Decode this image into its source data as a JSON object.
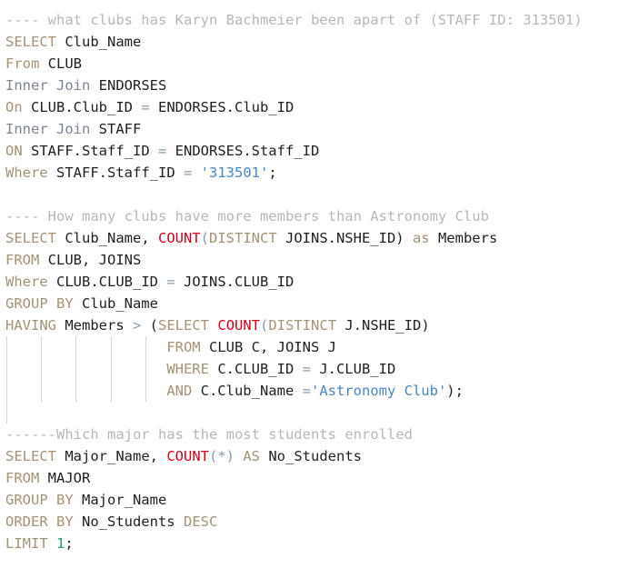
{
  "colors": {
    "keyword": "#a39378",
    "join_keyword": "#7c8593",
    "function": "#d0021b",
    "string": "#4a86c4",
    "number": "#2a9d63",
    "comment": "#b8b8b8",
    "operator": "#8a9bab",
    "identifier": "#1f1f1f",
    "indent_guide": "#d6d6d6",
    "background": "#ffffff"
  },
  "lines": [
    {
      "tokens": [
        {
          "t": "cm",
          "v": "---- what clubs has Karyn Bachmeier been apart of (STAFF ID: 313501)"
        }
      ]
    },
    {
      "tokens": [
        {
          "t": "kw",
          "v": "SELECT"
        },
        {
          "t": "tx",
          "v": " Club_Name"
        }
      ]
    },
    {
      "tokens": [
        {
          "t": "kw",
          "v": "From"
        },
        {
          "t": "tx",
          "v": " CLUB"
        }
      ]
    },
    {
      "tokens": [
        {
          "t": "jn",
          "v": "Inner Join"
        },
        {
          "t": "tx",
          "v": " ENDORSES"
        }
      ]
    },
    {
      "tokens": [
        {
          "t": "kw",
          "v": "On"
        },
        {
          "t": "tx",
          "v": " CLUB.Club_ID "
        },
        {
          "t": "op",
          "v": "="
        },
        {
          "t": "tx",
          "v": " ENDORSES.Club_ID"
        }
      ]
    },
    {
      "tokens": [
        {
          "t": "jn",
          "v": "Inner Join"
        },
        {
          "t": "tx",
          "v": " STAFF"
        }
      ]
    },
    {
      "tokens": [
        {
          "t": "kw",
          "v": "ON"
        },
        {
          "t": "tx",
          "v": " STAFF.Staff_ID "
        },
        {
          "t": "op",
          "v": "="
        },
        {
          "t": "tx",
          "v": " ENDORSES.Staff_ID"
        }
      ]
    },
    {
      "tokens": [
        {
          "t": "kw",
          "v": "Where"
        },
        {
          "t": "tx",
          "v": " STAFF.Staff_ID "
        },
        {
          "t": "op",
          "v": "="
        },
        {
          "t": "tx",
          "v": " "
        },
        {
          "t": "str",
          "v": "'313501'"
        },
        {
          "t": "tx",
          "v": ";"
        }
      ]
    },
    {
      "tokens": []
    },
    {
      "tokens": [
        {
          "t": "cm",
          "v": "---- How many clubs have more members than Astronomy Club"
        }
      ]
    },
    {
      "tokens": [
        {
          "t": "kw",
          "v": "SELECT"
        },
        {
          "t": "tx",
          "v": " Club_Name, "
        },
        {
          "t": "fn",
          "v": "COUNT"
        },
        {
          "t": "op",
          "v": "("
        },
        {
          "t": "kw",
          "v": "DISTINCT"
        },
        {
          "t": "tx",
          "v": " JOINS.NSHE_ID) "
        },
        {
          "t": "kw",
          "v": "as"
        },
        {
          "t": "tx",
          "v": " Members"
        }
      ]
    },
    {
      "tokens": [
        {
          "t": "kw",
          "v": "FROM"
        },
        {
          "t": "tx",
          "v": " CLUB, JOINS"
        }
      ]
    },
    {
      "tokens": [
        {
          "t": "kw",
          "v": "Where"
        },
        {
          "t": "tx",
          "v": " CLUB.CLUB_ID "
        },
        {
          "t": "op",
          "v": "="
        },
        {
          "t": "tx",
          "v": " JOINS.CLUB_ID"
        }
      ]
    },
    {
      "tokens": [
        {
          "t": "kw",
          "v": "GROUP BY"
        },
        {
          "t": "tx",
          "v": " Club_Name"
        }
      ]
    },
    {
      "tokens": [
        {
          "t": "kw",
          "v": "HAVING"
        },
        {
          "t": "tx",
          "v": " Members "
        },
        {
          "t": "op",
          "v": ">"
        },
        {
          "t": "tx",
          "v": " ("
        },
        {
          "t": "kw",
          "v": "SELECT"
        },
        {
          "t": "tx",
          "v": " "
        },
        {
          "t": "fn",
          "v": "COUNT"
        },
        {
          "t": "op",
          "v": "("
        },
        {
          "t": "kw",
          "v": "DISTINCT"
        },
        {
          "t": "tx",
          "v": " J.NSHE_ID)"
        }
      ]
    },
    {
      "guides": 5,
      "tokens": [
        {
          "t": "tx",
          "v": "                   "
        },
        {
          "t": "kw",
          "v": "FROM"
        },
        {
          "t": "tx",
          "v": " CLUB C, JOINS J"
        }
      ]
    },
    {
      "guides": 5,
      "tokens": [
        {
          "t": "tx",
          "v": "                   "
        },
        {
          "t": "kw",
          "v": "WHERE"
        },
        {
          "t": "tx",
          "v": " C.CLUB_ID "
        },
        {
          "t": "op",
          "v": "="
        },
        {
          "t": "tx",
          "v": " J.CLUB_ID"
        }
      ]
    },
    {
      "guides": 5,
      "tokens": [
        {
          "t": "tx",
          "v": "                   "
        },
        {
          "t": "kw",
          "v": "AND"
        },
        {
          "t": "tx",
          "v": " C.Club_Name "
        },
        {
          "t": "op",
          "v": "="
        },
        {
          "t": "str",
          "v": "'Astronomy Club'"
        },
        {
          "t": "tx",
          "v": ");"
        }
      ]
    },
    {
      "guides": 1,
      "tokens": []
    },
    {
      "tokens": [
        {
          "t": "cm",
          "v": "------Which major has the most students enrolled"
        }
      ]
    },
    {
      "tokens": [
        {
          "t": "kw",
          "v": "SELECT"
        },
        {
          "t": "tx",
          "v": " Major_Name, "
        },
        {
          "t": "fn",
          "v": "COUNT"
        },
        {
          "t": "op",
          "v": "(*)"
        },
        {
          "t": "tx",
          "v": " "
        },
        {
          "t": "kw",
          "v": "AS"
        },
        {
          "t": "tx",
          "v": " No_Students"
        }
      ]
    },
    {
      "tokens": [
        {
          "t": "kw",
          "v": "FROM"
        },
        {
          "t": "tx",
          "v": " MAJOR"
        }
      ]
    },
    {
      "tokens": [
        {
          "t": "kw",
          "v": "GROUP BY"
        },
        {
          "t": "tx",
          "v": " Major_Name"
        }
      ]
    },
    {
      "tokens": [
        {
          "t": "kw",
          "v": "ORDER BY"
        },
        {
          "t": "tx",
          "v": " No_Students "
        },
        {
          "t": "kw",
          "v": "DESC"
        }
      ]
    },
    {
      "tokens": [
        {
          "t": "kw",
          "v": "LIMIT"
        },
        {
          "t": "tx",
          "v": " "
        },
        {
          "t": "num",
          "v": "1"
        },
        {
          "t": "tx",
          "v": ";"
        }
      ]
    }
  ]
}
